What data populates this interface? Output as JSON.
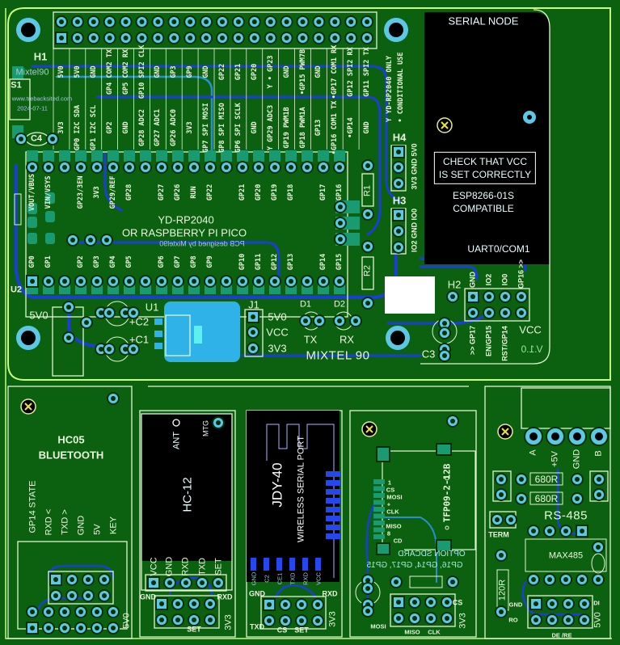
{
  "board": {
    "title": "MIXTEL 90",
    "version": "V.1.0",
    "watermark": [
      "Mixtel90",
      "www.trebacksited.com",
      "2024-07-11"
    ],
    "colors": {
      "board": "#0b6110",
      "silkscreen": "#eaf7dc",
      "pad": "#5cc8e6",
      "trace": "#1b3fd6",
      "module_fill": "#000000",
      "outline": "#c8ff7a"
    }
  },
  "gpio_header": {
    "ref": "H1",
    "upper_labels": [
      "5V0",
      "5V0",
      "GND",
      "GP4 COM2 TX",
      "GP5 COM2 RX",
      "GP10 SPI2 CLK",
      "GND",
      "GP3",
      "GP9",
      "GND",
      "GP22",
      "GP21",
      "GP20",
      "Y • GP23",
      "GND",
      "•GP15 PWM7B",
      "GND",
      "•GP17 COM1 RX",
      "GP12 SPI2 RX",
      "GP11 SPI2 TX"
    ],
    "lower_labels": [
      "3V3",
      "GP0 I2C SDA",
      "GP1 I2C SCL",
      "GP2",
      "GND",
      "GP28 ADC2",
      "GP27 ADC1",
      "GP26 ADC0",
      "3V3",
      "GP7 SPI MOSI",
      "GP8 SPI MISO",
      "GP6 SPI SCLK",
      "GND",
      "Y GP29 ADC3",
      "GP19 PWM1B",
      "GP18 PWM1A",
      "GP13",
      "•GP16 COM1 TX",
      "•GP14",
      "GND"
    ],
    "note_1": "Y YD-RP2040 ONLY",
    "note_2": "• CONDITIONAL USE"
  },
  "pico": {
    "ref": "U2",
    "title": "YD-RP2040",
    "subtitle": "OR RASPBERRY PI PICO",
    "credit": "PCB designed by Mixtel90",
    "top_labels": [
      "VOUT/VBUS",
      "VIN/VSYS",
      "",
      "GP23/3EN",
      "3V3",
      "GP29/REF",
      "GP28",
      "",
      "GP27",
      "GP26",
      "RUN",
      "GP22",
      "",
      "GP21",
      "GP20",
      "GP19",
      "GP18",
      "",
      "GP17",
      "GP16"
    ],
    "bottom_labels": [
      "GP0",
      "GP1",
      "",
      "GP2",
      "GP3",
      "GP4",
      "GP5",
      "",
      "GP6",
      "GP7",
      "GP8",
      "GP9",
      "",
      "GP10",
      "GP11",
      "GP12",
      "GP13",
      "",
      "GP14",
      "GP15"
    ]
  },
  "components": {
    "s1": "S1",
    "c4": "C4",
    "c1": "+C1",
    "c2": "+C2",
    "c3": "C3",
    "u1": "U1",
    "r1": "R1",
    "r2": "R2",
    "d1": "D1",
    "d2": "D2",
    "tx": "TX",
    "rx": "RX",
    "power_in": "5V0",
    "j1": {
      "ref": "J1",
      "labels": [
        "5V0",
        "VCC",
        "3V3"
      ]
    },
    "h4": {
      "ref": "H4",
      "label": "3V3 GND 5V0"
    },
    "h3": {
      "ref": "H3",
      "label": "IO2 GND IO0"
    }
  },
  "serial_node": {
    "title": "SERIAL NODE",
    "warning_1": "CHECK THAT VCC",
    "warning_2": "IS SET CORRECTLY",
    "compat_1": "ESP8266-01S",
    "compat_2": "COMPATIBLE",
    "uart": "UART0/COM1",
    "h2": {
      "ref": "H2",
      "top_labels": [
        "GND",
        "IO2",
        "IO0",
        "GP16 >>"
      ],
      "bottom_labels": [
        ">> GP17",
        "EN/GP15",
        "RST/GP14"
      ],
      "vcc": "VCC"
    }
  },
  "hc05": {
    "title": "HC05",
    "subtitle": "BLUETOOTH",
    "pins": [
      "GP14 STATE",
      "RXD <",
      "TXD >",
      "GND",
      "5V",
      "KEY"
    ],
    "power": "5V0"
  },
  "hc12": {
    "title": "HC-12",
    "ant": "ANT",
    "mtg": "MTG",
    "pins": [
      "VCC",
      "GND",
      "RXD",
      "TXD",
      "SET"
    ],
    "gnd": "GND",
    "rxd": "RXD",
    "set": "SET",
    "power": "3V3"
  },
  "jdy40": {
    "title": "JDY-40",
    "subtitle": "WIRELESS SERIAL PORT",
    "pins": [
      "GND",
      "C2",
      "CE1",
      "TXD",
      "RXD",
      "VCC"
    ],
    "gnd": "GND",
    "rxd": "RXD",
    "txd": "TXD",
    "cs": "CS",
    "set": "SET",
    "power": "3V3"
  },
  "sdcard": {
    "part": "TFP09-2-12B",
    "pins": [
      "1",
      "CS",
      "MOSI",
      "+",
      "CLK",
      "-",
      "MISO",
      "8",
      "CD"
    ],
    "option_1": "OPTION SDCARD",
    "option_2": "GP16, GP14, GP17, GP15",
    "mosi": "MOSI",
    "miso": "MISO",
    "clk": "CLK",
    "cs": "CS",
    "power": "3V3"
  },
  "rs485": {
    "title": "RS-485",
    "terminals": [
      "A",
      "+5V",
      "GND",
      "B"
    ],
    "r_bias_1": "680R",
    "r_bias_2": "680R",
    "term": "TERM",
    "r_term": "120R",
    "chip": "MAX485",
    "gnd": "GND",
    "ro": "RO",
    "de_re": "DE /RE",
    "di": "DI",
    "power": "5V0"
  }
}
